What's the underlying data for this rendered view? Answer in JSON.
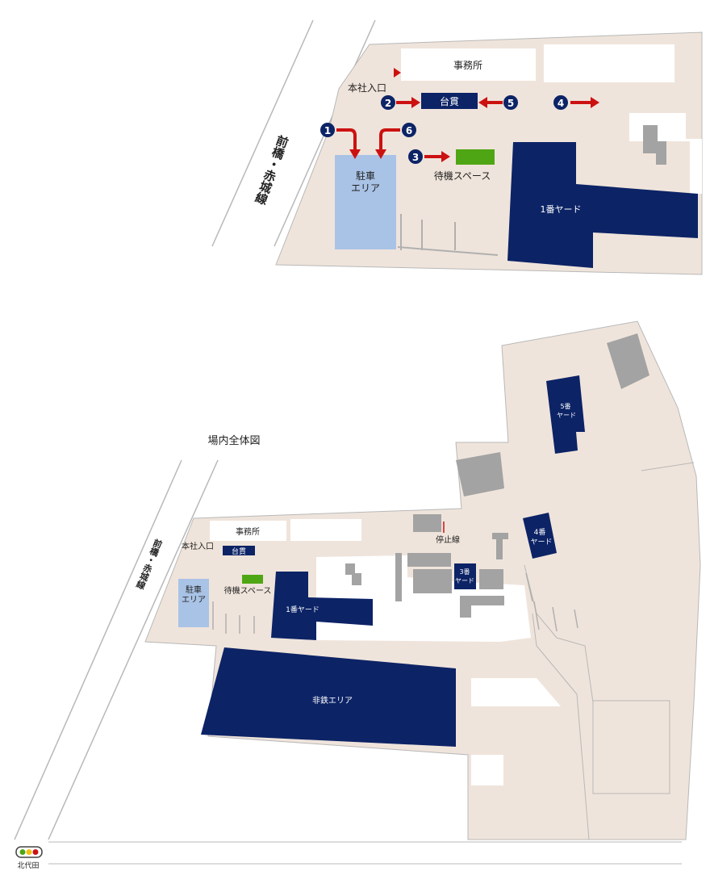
{
  "colors": {
    "ground": "#efe4db",
    "navy": "#0c2366",
    "parking": "#a9c3e6",
    "waiting": "#4fa614",
    "building": "#a3a3a3",
    "arrow": "#cc1111",
    "road": "#b8b8b8",
    "stop_line": "#cc1111"
  },
  "icons": {
    "entrance": "triangle-marker-icon",
    "step": "numbered-circle-icon",
    "traffic_light": "traffic-light-icon"
  },
  "detail": {
    "office": "事務所",
    "entrance": "本社入口",
    "scale": "台貫",
    "parking_line1": "駐車",
    "parking_line2": "エリア",
    "waiting": "待機スペース",
    "yard1": "1番ヤード",
    "road": "前橋・赤城線",
    "steps": [
      "1",
      "2",
      "3",
      "4",
      "5",
      "6"
    ]
  },
  "overview": {
    "title": "場内全体図",
    "office": "事務所",
    "entrance": "本社入口",
    "scale": "台貫",
    "parking_line1": "駐車",
    "parking_line2": "エリア",
    "waiting": "待機スペース",
    "yard1": "1番ヤード",
    "yard3_line1": "3番",
    "yard3_line2": "ヤード",
    "yard4_line1": "4番",
    "yard4_line2": "ヤード",
    "yard5_line1": "5番",
    "yard5_line2": "ヤード",
    "stop_line": "停止線",
    "nonferrous": "非鉄エリア",
    "road": "前橋・赤城線",
    "station": "北代田"
  }
}
